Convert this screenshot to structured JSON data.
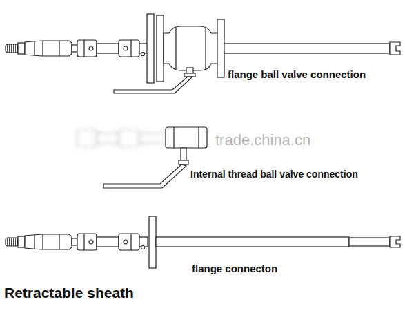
{
  "diagram": {
    "title": "Retractable sheath",
    "labels": [
      "flange ball valve connection",
      "trade.china.cn",
      "Internal thread ball valve connection",
      "flange connecton"
    ]
  }
}
